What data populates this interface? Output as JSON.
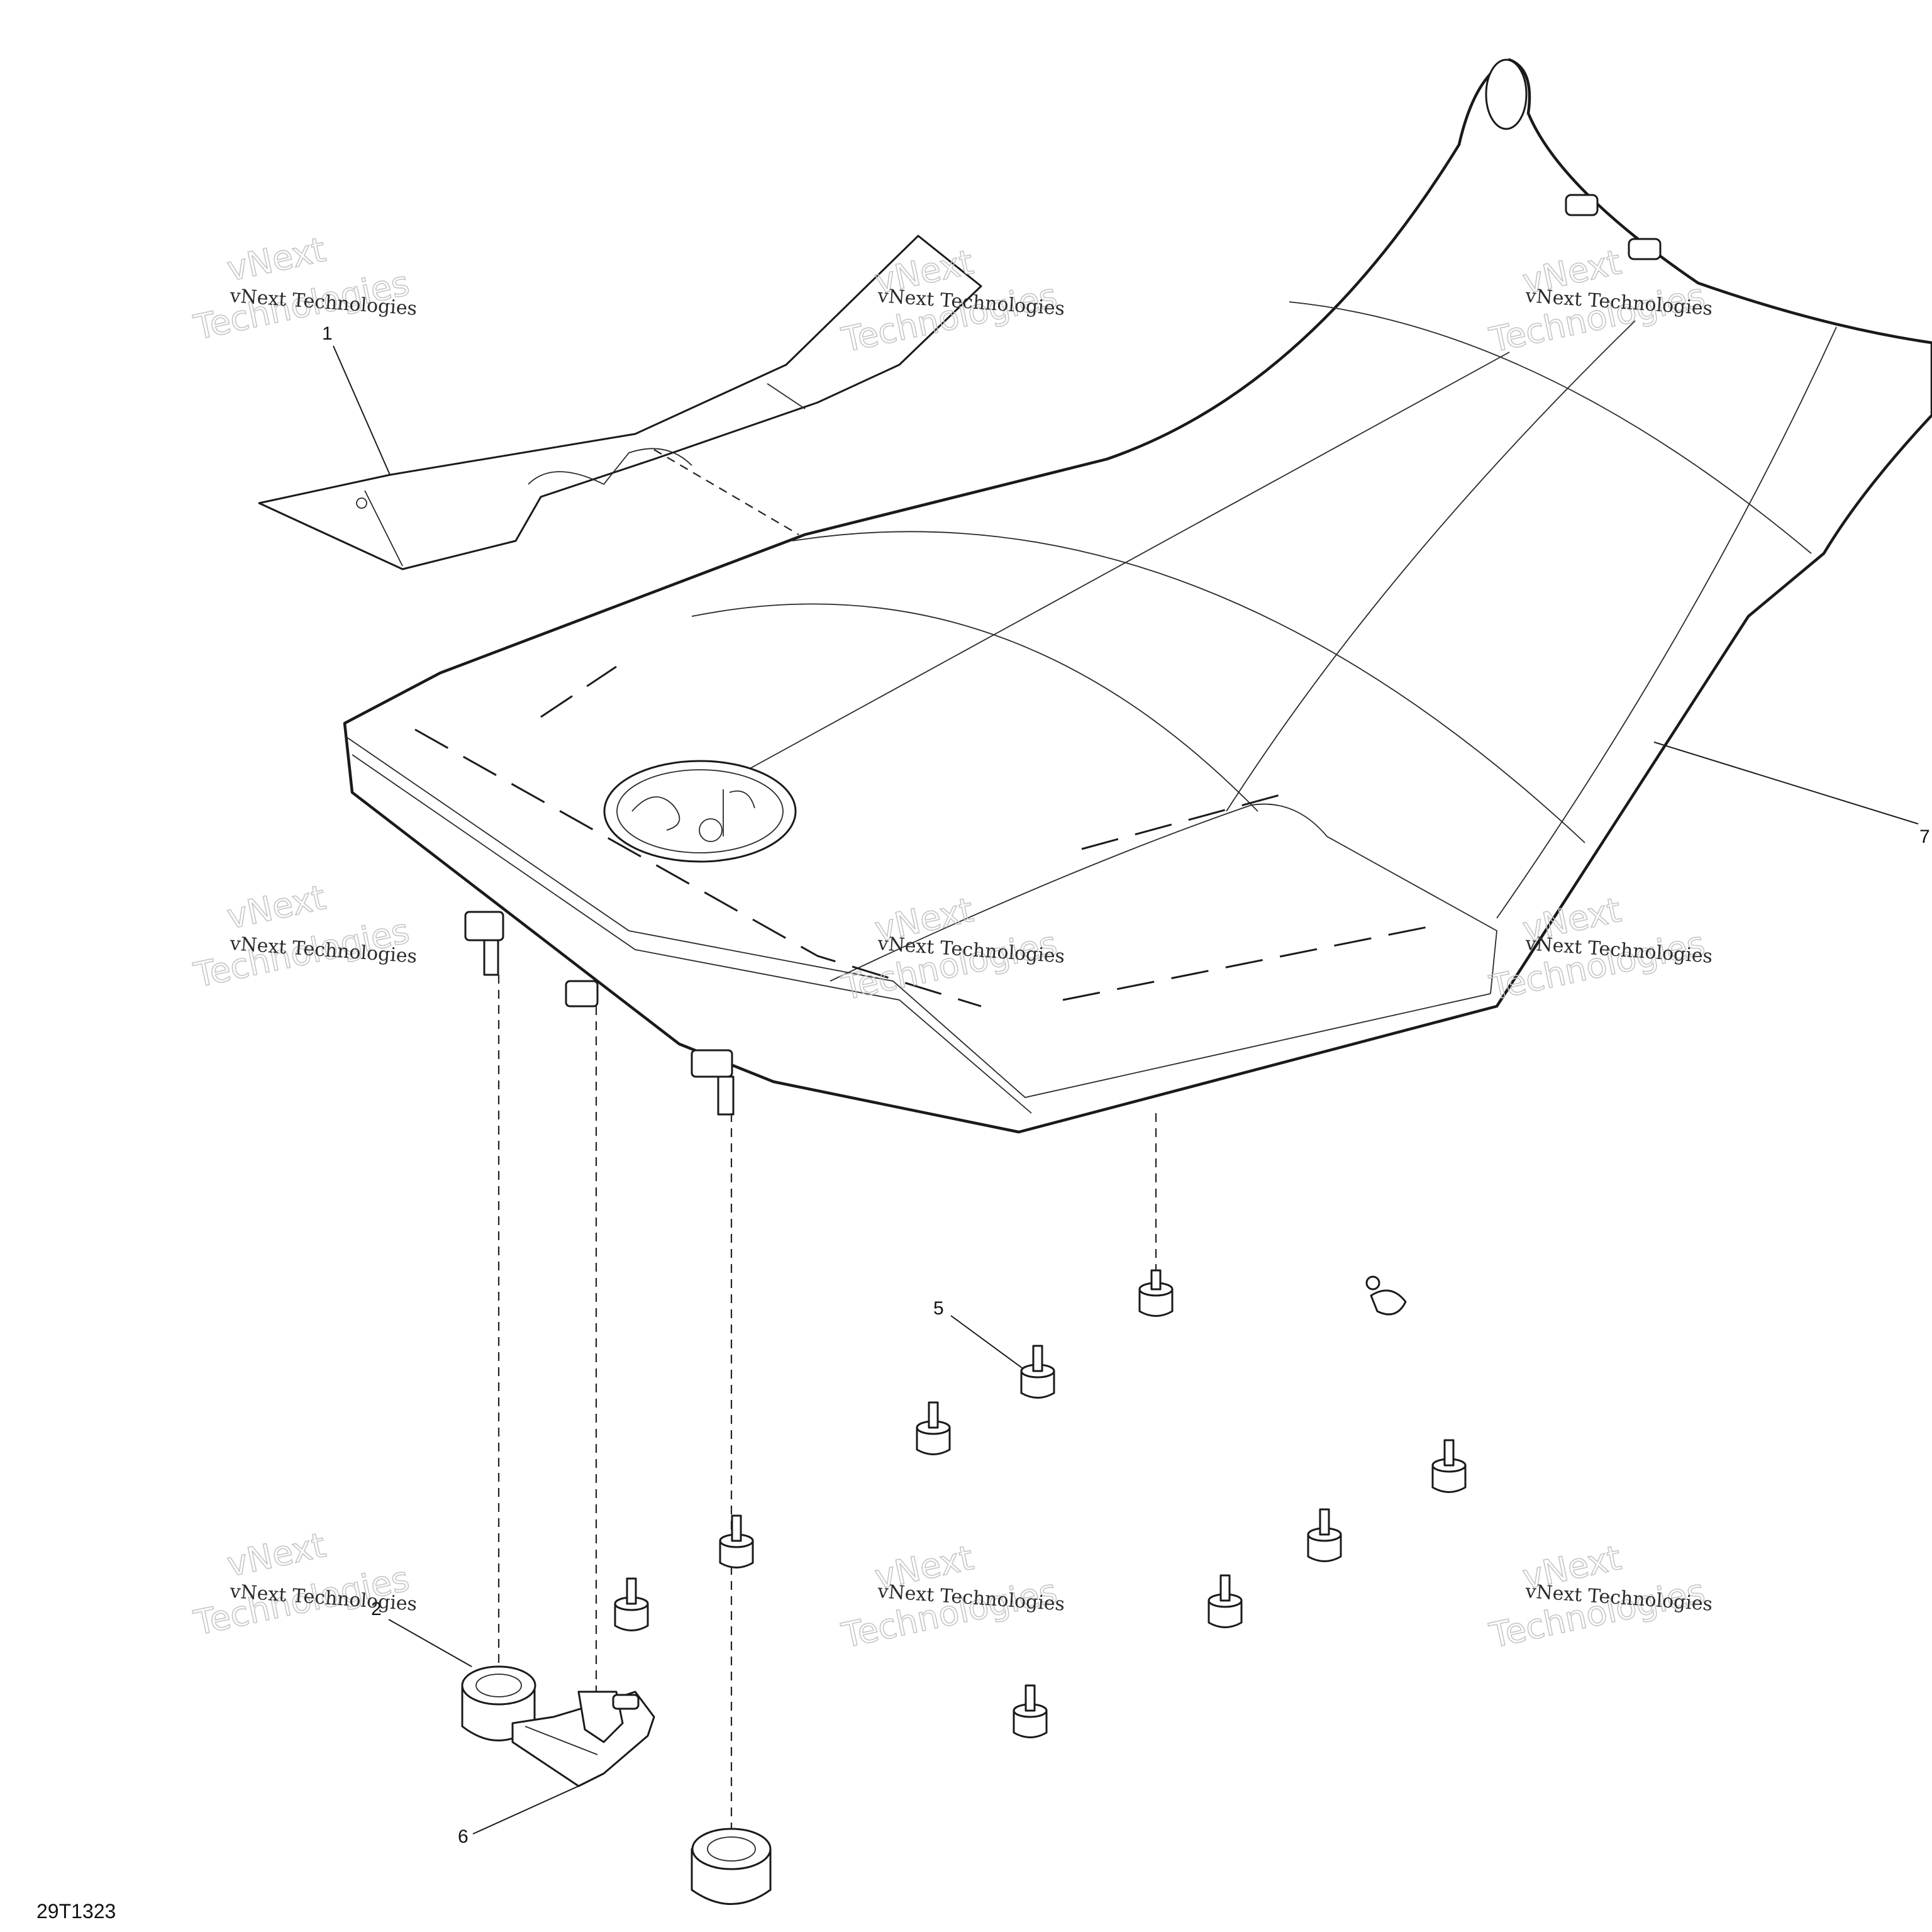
{
  "diagram": {
    "reference_code": "29T1323",
    "callouts": [
      {
        "number": "1"
      },
      {
        "number": "2"
      },
      {
        "number": "5"
      },
      {
        "number": "6"
      },
      {
        "number": "7"
      }
    ],
    "watermark": {
      "brand": "vNext Technologies",
      "large_line1": "vNext",
      "large_line2": "Technologies"
    }
  }
}
